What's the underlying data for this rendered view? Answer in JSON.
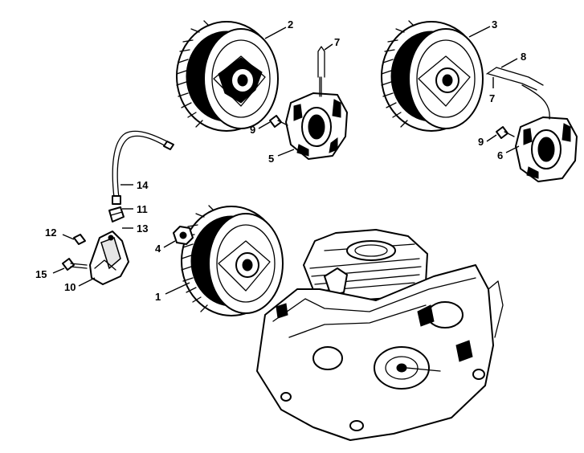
{
  "callouts": [
    {
      "id": "c1",
      "text": "1"
    },
    {
      "id": "c2",
      "text": "2"
    },
    {
      "id": "c3",
      "text": "3"
    },
    {
      "id": "c4",
      "text": "4"
    },
    {
      "id": "c5",
      "text": "5"
    },
    {
      "id": "c6",
      "text": "6"
    },
    {
      "id": "c7a",
      "text": "7"
    },
    {
      "id": "c7b",
      "text": "7"
    },
    {
      "id": "c8",
      "text": "8"
    },
    {
      "id": "c9a",
      "text": "9"
    },
    {
      "id": "c9b",
      "text": "9"
    },
    {
      "id": "c10",
      "text": "10"
    },
    {
      "id": "c11",
      "text": "11"
    },
    {
      "id": "c12",
      "text": "12"
    },
    {
      "id": "c13",
      "text": "13"
    },
    {
      "id": "c14",
      "text": "14"
    },
    {
      "id": "c15",
      "text": "15"
    }
  ]
}
